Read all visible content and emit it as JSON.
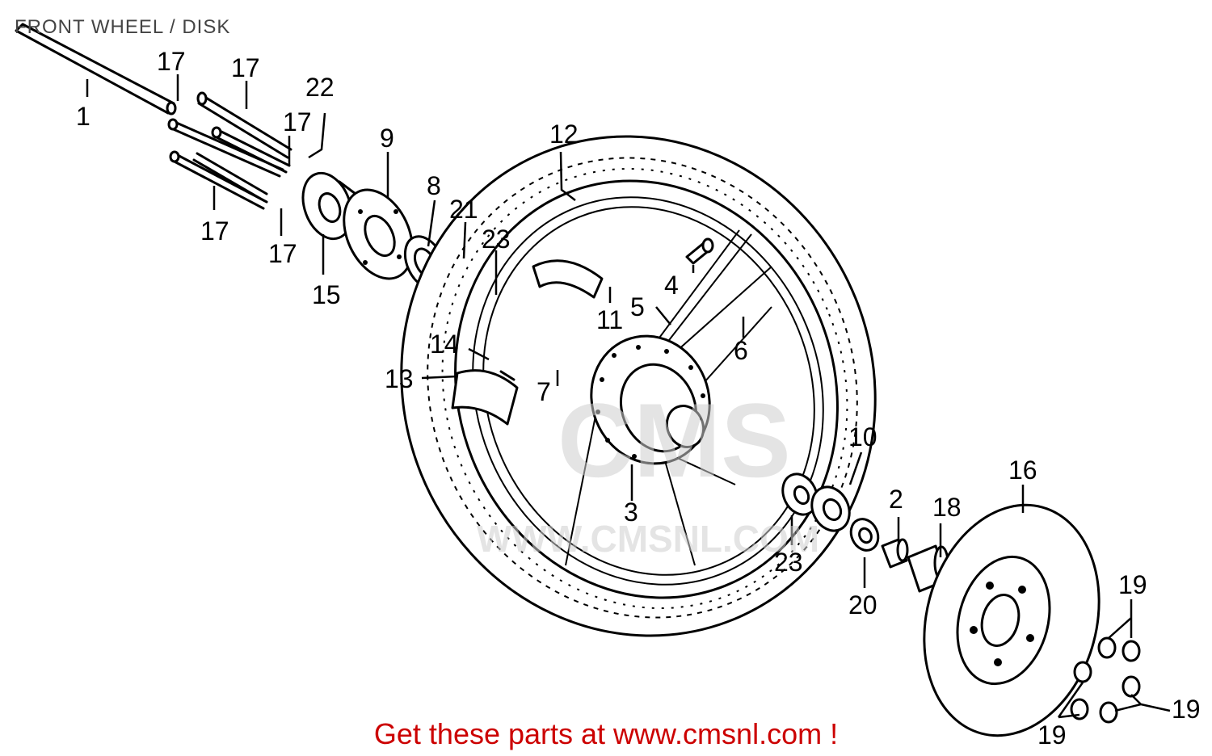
{
  "diagram": {
    "title": "FRONT WHEEL / DISK",
    "watermark_logo": "CMS",
    "watermark_url": "WWW.CMSNL.COM",
    "cta_text": "Get these parts at www.cmsnl.com !",
    "cta_color": "#cc0000",
    "callouts": [
      "1",
      "17",
      "17",
      "17",
      "22",
      "9",
      "8",
      "21",
      "23",
      "12",
      "17",
      "17",
      "15",
      "4",
      "5",
      "11",
      "6",
      "14",
      "13",
      "7",
      "10",
      "3",
      "16",
      "2",
      "18",
      "23",
      "20",
      "19",
      "19",
      "19"
    ]
  }
}
